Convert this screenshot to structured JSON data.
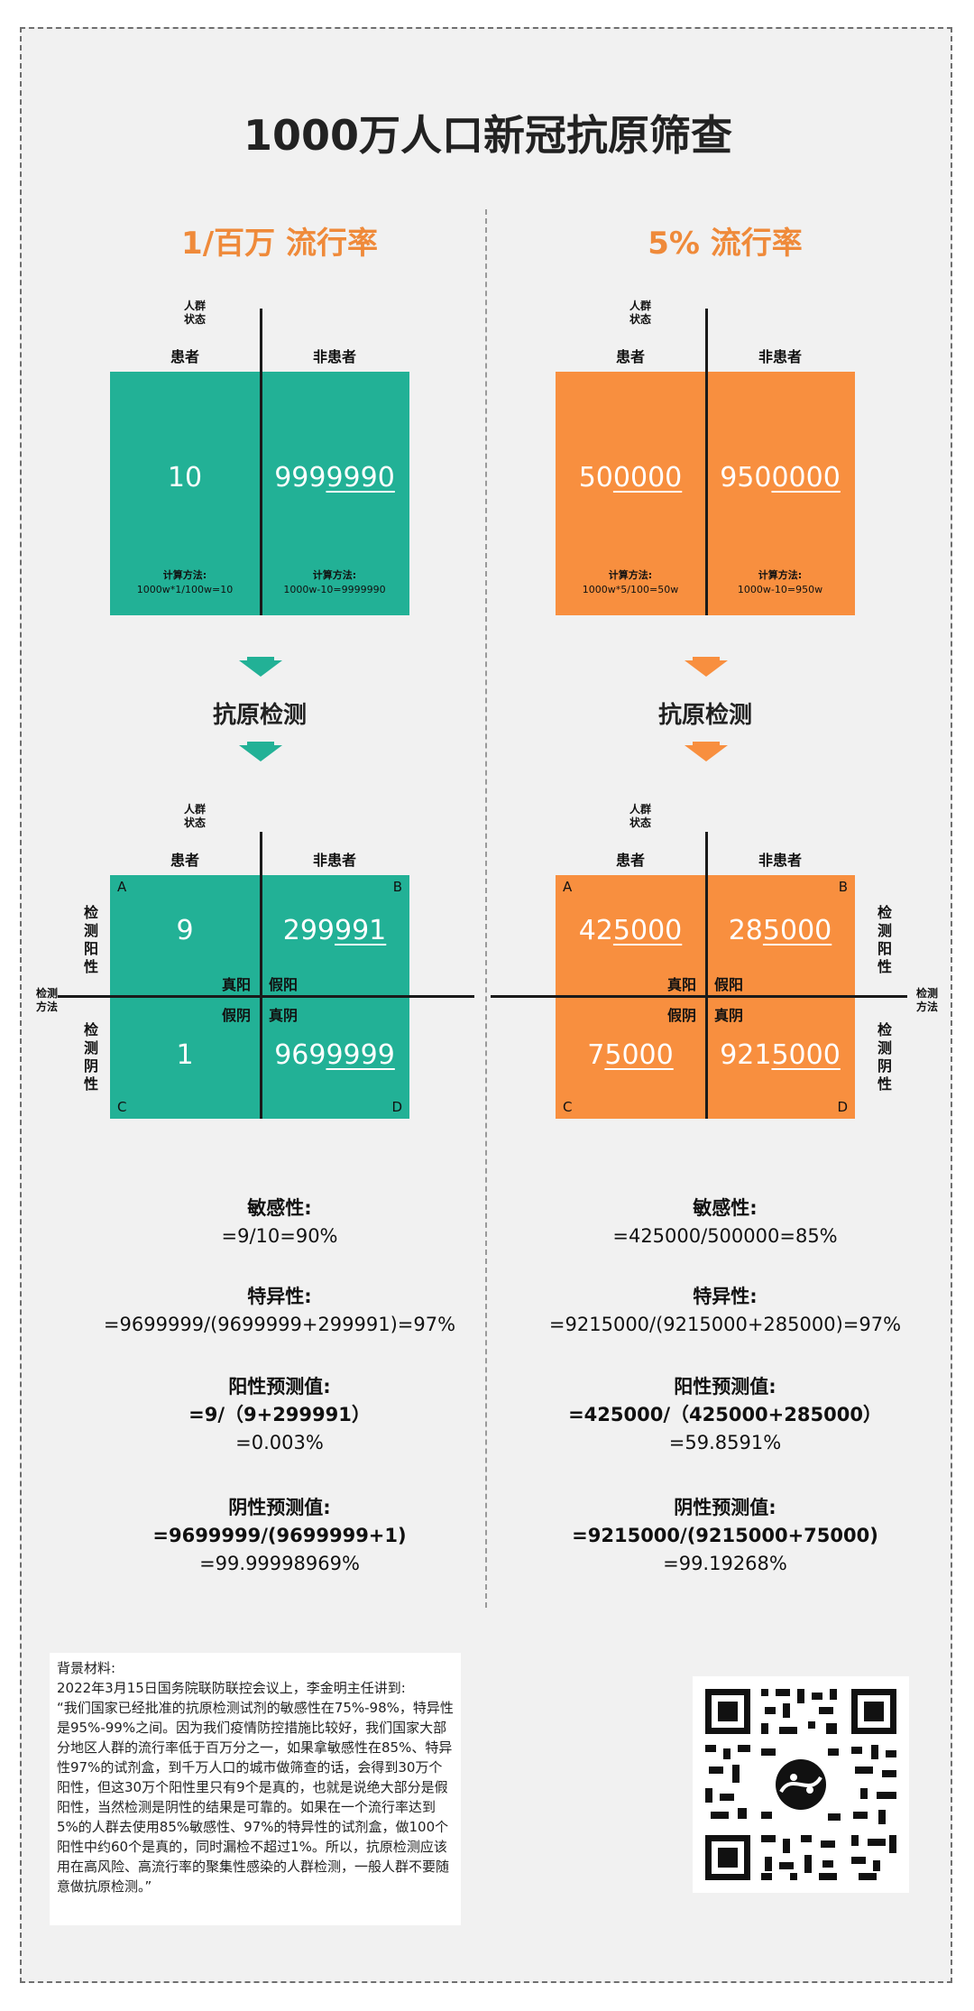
{
  "title": "1000万人口新冠抗原筛查",
  "left": {
    "heading": "1/百万 流行率",
    "axis_group": "人群\n状态",
    "col_patient": "患者",
    "col_nonpatient": "非患者",
    "top_box": {
      "patient_prefix": "10",
      "patient_underline": "",
      "nonpatient_prefix": "999",
      "nonpatient_underline": "9990",
      "calc_title": "计算方法:",
      "calc_patient": "1000w*1/100w=10",
      "calc_nonpatient": "1000w-10=9999990"
    },
    "test_label": "抗原检测",
    "bottom_box": {
      "a_prefix": "9",
      "a_underline": "",
      "b_prefix": "299",
      "b_underline": "991",
      "c_prefix": "1",
      "c_underline": "",
      "d_prefix": "969",
      "d_underline": "9999"
    },
    "sensitivity_title": "敏感性:",
    "sensitivity": "=9/10=90%",
    "specificity_title": "特异性:",
    "specificity": "=9699999/(9699999+299991)=97%",
    "ppv_title": "阳性预测值:",
    "ppv_1": "=9/（9+299991）",
    "ppv_2": "=0.003%",
    "npv_title": "阴性预测值:",
    "npv_1": "=9699999/(9699999+1)",
    "npv_2": "=99.99998969%"
  },
  "right": {
    "heading": "5% 流行率",
    "axis_group": "人群\n状态",
    "col_patient": "患者",
    "col_nonpatient": "非患者",
    "top_box": {
      "patient_prefix": "50",
      "patient_underline": "0000",
      "nonpatient_prefix": "950",
      "nonpatient_underline": "0000",
      "calc_title": "计算方法:",
      "calc_patient": "1000w*5/100=50w",
      "calc_nonpatient": "1000w-10=950w"
    },
    "test_label": "抗原检测",
    "bottom_box": {
      "a_prefix": "42",
      "a_underline": "5000",
      "b_prefix": "28",
      "b_underline": "5000",
      "c_prefix": "7",
      "c_underline": "5000",
      "d_prefix": "921",
      "d_underline": "5000"
    },
    "sensitivity_title": "敏感性:",
    "sensitivity": "=425000/500000=85%",
    "specificity_title": "特异性:",
    "specificity": "=9215000/(9215000+285000)=97%",
    "ppv_title": "阳性预测值:",
    "ppv_1": "=425000/（425000+285000）",
    "ppv_2": "=59.8591%",
    "npv_title": "阴性预测值:",
    "npv_1": "=9215000/(9215000+75000)",
    "npv_2": "=99.19268%"
  },
  "matrix_labels": {
    "a": "A",
    "b": "B",
    "c": "C",
    "d": "D",
    "true_pos": "真阳",
    "false_pos": "假阳",
    "false_neg": "假阴",
    "true_neg": "真阴",
    "test_pos": "检\n测\n阳\n性",
    "test_neg": "检\n测\n阴\n性",
    "test_method": "检测\n方法"
  },
  "background": {
    "title": "背景材料:",
    "line1": "2022年3月15日国务院联防联控会议上，李金明主任讲到:",
    "body": "“我们国家已经批准的抗原检测试剂的敏感性在75%-98%，特异性是95%-99%之间。因为我们疫情防控措施比较好，我们国家大部分地区人群的流行率低于百万分之一，如果拿敏感性在85%、特异性97%的试剂盒，到千万人口的城市做筛查的话，会得到30万个阳性，但这30万个阳性里只有9个是真的，也就是说绝大部分是假阳性，当然检测是阴性的结果是可靠的。如果在一个流行率达到5%的人群去使用85%敏感性、97%的特异性的试剂盒，做100个阳性中约60个是真的，同时漏检不超过1%。所以，抗原检测应该用在高风险、高流行率的聚集性感染的人群检测，一般人群不要随意做抗原检测。”"
  },
  "colors": {
    "teal": "#22b196",
    "orange": "#f88f3f",
    "heading": "#ef8a3a"
  },
  "icons": {
    "qr": "qr-code-icon",
    "arrow": "arrow-down-icon"
  }
}
